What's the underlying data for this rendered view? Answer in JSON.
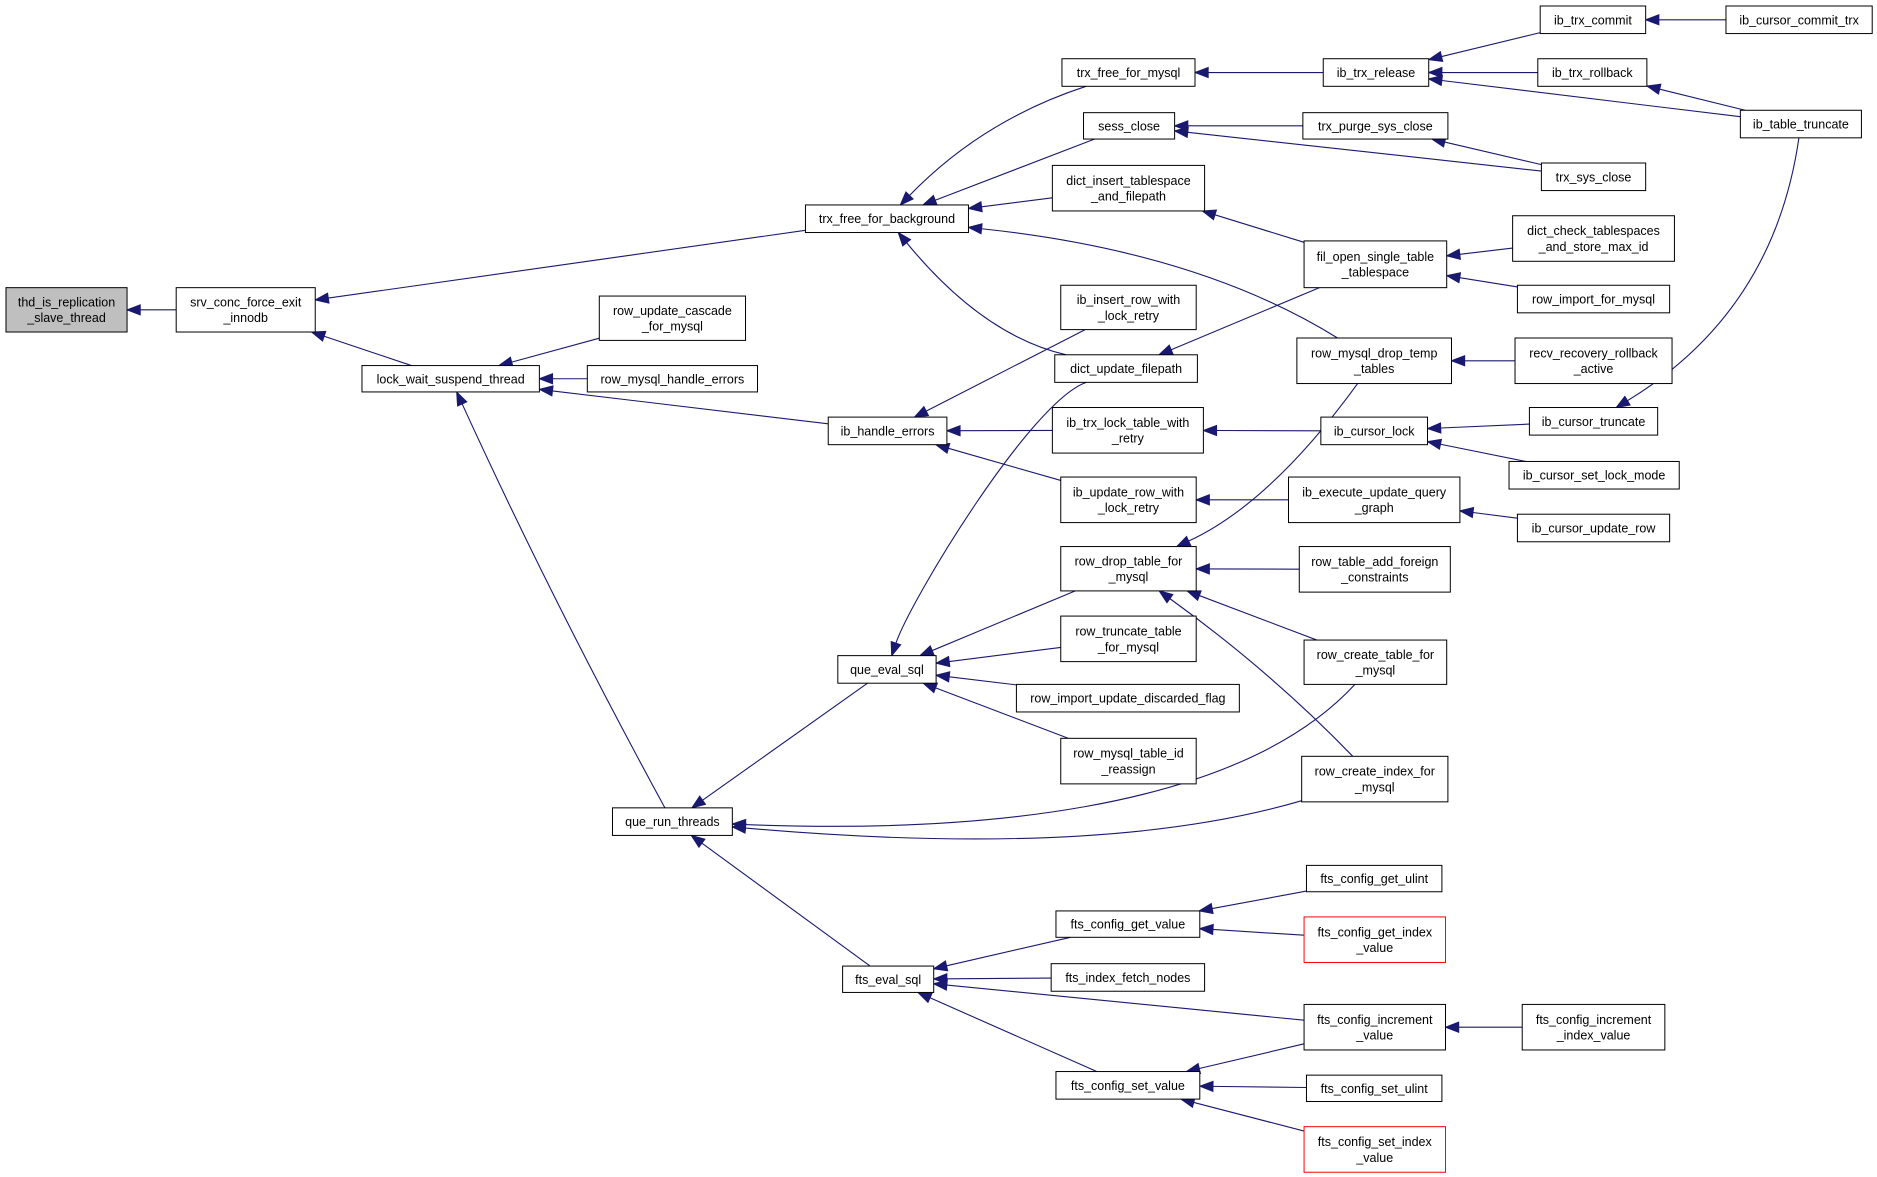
{
  "diagram": {
    "nodes": [
      {
        "id": "thd_is_replication_slave_thread",
        "lines": [
          "thd_is_replication",
          "_slave_thread"
        ],
        "style": "root"
      },
      {
        "id": "srv_conc_force_exit_innodb",
        "lines": [
          "srv_conc_force_exit",
          "_innodb"
        ]
      },
      {
        "id": "trx_free_for_background",
        "lines": [
          "trx_free_for_background"
        ]
      },
      {
        "id": "lock_wait_suspend_thread",
        "lines": [
          "lock_wait_suspend_thread"
        ]
      },
      {
        "id": "row_update_cascade_for_mysql",
        "lines": [
          "row_update_cascade",
          "_for_mysql"
        ]
      },
      {
        "id": "row_mysql_handle_errors",
        "lines": [
          "row_mysql_handle_errors"
        ]
      },
      {
        "id": "ib_handle_errors",
        "lines": [
          "ib_handle_errors"
        ]
      },
      {
        "id": "que_eval_sql",
        "lines": [
          "que_eval_sql"
        ]
      },
      {
        "id": "que_run_threads",
        "lines": [
          "que_run_threads"
        ]
      },
      {
        "id": "fts_eval_sql",
        "lines": [
          "fts_eval_sql"
        ]
      },
      {
        "id": "trx_free_for_mysql",
        "lines": [
          "trx_free_for_mysql"
        ]
      },
      {
        "id": "sess_close",
        "lines": [
          "sess_close"
        ]
      },
      {
        "id": "dict_insert_tablespace_and_filepath",
        "lines": [
          "dict_insert_tablespace",
          "_and_filepath"
        ]
      },
      {
        "id": "ib_insert_row_with_lock_retry",
        "lines": [
          "ib_insert_row_with",
          "_lock_retry"
        ]
      },
      {
        "id": "dict_update_filepath",
        "lines": [
          "dict_update_filepath"
        ]
      },
      {
        "id": "ib_trx_lock_table_with_retry",
        "lines": [
          "ib_trx_lock_table_with",
          "_retry"
        ]
      },
      {
        "id": "ib_update_row_with_lock_retry",
        "lines": [
          "ib_update_row_with",
          "_lock_retry"
        ]
      },
      {
        "id": "row_drop_table_for_mysql",
        "lines": [
          "row_drop_table_for",
          "_mysql"
        ]
      },
      {
        "id": "row_truncate_table_for_mysql",
        "lines": [
          "row_truncate_table",
          "_for_mysql"
        ]
      },
      {
        "id": "row_import_update_discarded_flag",
        "lines": [
          "row_import_update_discarded_flag"
        ]
      },
      {
        "id": "row_mysql_table_id_reassign",
        "lines": [
          "row_mysql_table_id",
          "_reassign"
        ]
      },
      {
        "id": "fts_config_get_value",
        "lines": [
          "fts_config_get_value"
        ]
      },
      {
        "id": "fts_index_fetch_nodes",
        "lines": [
          "fts_index_fetch_nodes"
        ]
      },
      {
        "id": "fts_config_set_value",
        "lines": [
          "fts_config_set_value"
        ]
      },
      {
        "id": "ib_trx_release",
        "lines": [
          "ib_trx_release"
        ]
      },
      {
        "id": "trx_purge_sys_close",
        "lines": [
          "trx_purge_sys_close"
        ]
      },
      {
        "id": "fil_open_single_table_tablespace",
        "lines": [
          "fil_open_single_table",
          "_tablespace"
        ]
      },
      {
        "id": "row_mysql_drop_temp_tables",
        "lines": [
          "row_mysql_drop_temp",
          "_tables"
        ]
      },
      {
        "id": "ib_cursor_lock",
        "lines": [
          "ib_cursor_lock"
        ]
      },
      {
        "id": "ib_execute_update_query_graph",
        "lines": [
          "ib_execute_update_query",
          "_graph"
        ]
      },
      {
        "id": "row_table_add_foreign_constraints",
        "lines": [
          "row_table_add_foreign",
          "_constraints"
        ]
      },
      {
        "id": "row_create_table_for_mysql",
        "lines": [
          "row_create_table_for",
          "_mysql"
        ]
      },
      {
        "id": "row_create_index_for_mysql",
        "lines": [
          "row_create_index_for",
          "_mysql"
        ]
      },
      {
        "id": "fts_config_get_ulint",
        "lines": [
          "fts_config_get_ulint"
        ]
      },
      {
        "id": "fts_config_get_index_value",
        "lines": [
          "fts_config_get_index",
          "_value"
        ],
        "style": "truncated"
      },
      {
        "id": "fts_config_increment_value",
        "lines": [
          "fts_config_increment",
          "_value"
        ]
      },
      {
        "id": "fts_config_set_ulint",
        "lines": [
          "fts_config_set_ulint"
        ]
      },
      {
        "id": "fts_config_set_index_value",
        "lines": [
          "fts_config_set_index",
          "_value"
        ],
        "style": "truncated"
      },
      {
        "id": "ib_trx_commit",
        "lines": [
          "ib_trx_commit"
        ]
      },
      {
        "id": "ib_trx_rollback",
        "lines": [
          "ib_trx_rollback"
        ]
      },
      {
        "id": "trx_sys_close",
        "lines": [
          "trx_sys_close"
        ]
      },
      {
        "id": "dict_check_tablespaces_and_store_max_id",
        "lines": [
          "dict_check_tablespaces",
          "_and_store_max_id"
        ]
      },
      {
        "id": "row_import_for_mysql",
        "lines": [
          "row_import_for_mysql"
        ]
      },
      {
        "id": "recv_recovery_rollback_active",
        "lines": [
          "recv_recovery_rollback",
          "_active"
        ]
      },
      {
        "id": "ib_cursor_truncate",
        "lines": [
          "ib_cursor_truncate"
        ]
      },
      {
        "id": "ib_cursor_set_lock_mode",
        "lines": [
          "ib_cursor_set_lock_mode"
        ]
      },
      {
        "id": "ib_cursor_update_row",
        "lines": [
          "ib_cursor_update_row"
        ]
      },
      {
        "id": "fts_config_increment_index_value",
        "lines": [
          "fts_config_increment",
          "_index_value"
        ]
      },
      {
        "id": "ib_cursor_commit_trx",
        "lines": [
          "ib_cursor_commit_trx"
        ]
      },
      {
        "id": "ib_table_truncate",
        "lines": [
          "ib_table_truncate"
        ]
      }
    ],
    "edges": [
      {
        "from": "srv_conc_force_exit_innodb",
        "to": "thd_is_replication_slave_thread"
      },
      {
        "from": "trx_free_for_background",
        "to": "srv_conc_force_exit_innodb"
      },
      {
        "from": "lock_wait_suspend_thread",
        "to": "srv_conc_force_exit_innodb"
      },
      {
        "from": "row_update_cascade_for_mysql",
        "to": "lock_wait_suspend_thread"
      },
      {
        "from": "row_mysql_handle_errors",
        "to": "lock_wait_suspend_thread"
      },
      {
        "from": "ib_handle_errors",
        "to": "lock_wait_suspend_thread"
      },
      {
        "from": "que_run_threads",
        "to": "lock_wait_suspend_thread"
      },
      {
        "from": "trx_free_for_mysql",
        "to": "trx_free_for_background"
      },
      {
        "from": "sess_close",
        "to": "trx_free_for_background"
      },
      {
        "from": "dict_insert_tablespace_and_filepath",
        "to": "trx_free_for_background"
      },
      {
        "from": "dict_update_filepath",
        "to": "trx_free_for_background"
      },
      {
        "from": "row_mysql_drop_temp_tables",
        "to": "trx_free_for_background"
      },
      {
        "from": "ib_insert_row_with_lock_retry",
        "to": "ib_handle_errors"
      },
      {
        "from": "ib_trx_lock_table_with_retry",
        "to": "ib_handle_errors"
      },
      {
        "from": "ib_update_row_with_lock_retry",
        "to": "ib_handle_errors"
      },
      {
        "from": "dict_update_filepath",
        "to": "que_eval_sql"
      },
      {
        "from": "row_drop_table_for_mysql",
        "to": "que_eval_sql"
      },
      {
        "from": "row_truncate_table_for_mysql",
        "to": "que_eval_sql"
      },
      {
        "from": "row_import_update_discarded_flag",
        "to": "que_eval_sql"
      },
      {
        "from": "row_mysql_table_id_reassign",
        "to": "que_eval_sql"
      },
      {
        "from": "que_eval_sql",
        "to": "que_run_threads"
      },
      {
        "from": "row_create_table_for_mysql",
        "to": "que_run_threads"
      },
      {
        "from": "row_create_index_for_mysql",
        "to": "que_run_threads"
      },
      {
        "from": "fts_eval_sql",
        "to": "que_run_threads"
      },
      {
        "from": "fts_config_get_value",
        "to": "fts_eval_sql"
      },
      {
        "from": "fts_index_fetch_nodes",
        "to": "fts_eval_sql"
      },
      {
        "from": "fts_config_increment_value",
        "to": "fts_eval_sql"
      },
      {
        "from": "fts_config_set_value",
        "to": "fts_eval_sql"
      },
      {
        "from": "ib_trx_release",
        "to": "trx_free_for_mysql"
      },
      {
        "from": "trx_purge_sys_close",
        "to": "sess_close"
      },
      {
        "from": "trx_sys_close",
        "to": "sess_close"
      },
      {
        "from": "fil_open_single_table_tablespace",
        "to": "dict_insert_tablespace_and_filepath"
      },
      {
        "from": "fil_open_single_table_tablespace",
        "to": "dict_update_filepath"
      },
      {
        "from": "ib_cursor_lock",
        "to": "ib_trx_lock_table_with_retry"
      },
      {
        "from": "ib_execute_update_query_graph",
        "to": "ib_update_row_with_lock_retry"
      },
      {
        "from": "row_mysql_drop_temp_tables",
        "to": "row_drop_table_for_mysql"
      },
      {
        "from": "row_table_add_foreign_constraints",
        "to": "row_drop_table_for_mysql"
      },
      {
        "from": "row_create_table_for_mysql",
        "to": "row_drop_table_for_mysql"
      },
      {
        "from": "row_create_index_for_mysql",
        "to": "row_drop_table_for_mysql"
      },
      {
        "from": "fts_config_get_ulint",
        "to": "fts_config_get_value"
      },
      {
        "from": "fts_config_get_index_value",
        "to": "fts_config_get_value"
      },
      {
        "from": "fts_config_increment_value",
        "to": "fts_config_set_value"
      },
      {
        "from": "fts_config_set_ulint",
        "to": "fts_config_set_value"
      },
      {
        "from": "fts_config_set_index_value",
        "to": "fts_config_set_value"
      },
      {
        "from": "ib_trx_commit",
        "to": "ib_trx_release"
      },
      {
        "from": "ib_trx_rollback",
        "to": "ib_trx_release"
      },
      {
        "from": "ib_table_truncate",
        "to": "ib_trx_release"
      },
      {
        "from": "trx_sys_close",
        "to": "trx_purge_sys_close"
      },
      {
        "from": "dict_check_tablespaces_and_store_max_id",
        "to": "fil_open_single_table_tablespace"
      },
      {
        "from": "row_import_for_mysql",
        "to": "fil_open_single_table_tablespace"
      },
      {
        "from": "recv_recovery_rollback_active",
        "to": "row_mysql_drop_temp_tables"
      },
      {
        "from": "ib_cursor_truncate",
        "to": "ib_cursor_lock"
      },
      {
        "from": "ib_cursor_set_lock_mode",
        "to": "ib_cursor_lock"
      },
      {
        "from": "ib_cursor_update_row",
        "to": "ib_execute_update_query_graph"
      },
      {
        "from": "fts_config_increment_index_value",
        "to": "fts_config_increment_value"
      },
      {
        "from": "ib_cursor_commit_trx",
        "to": "ib_trx_commit"
      },
      {
        "from": "ib_table_truncate",
        "to": "ib_trx_rollback"
      },
      {
        "from": "ib_table_truncate",
        "to": "ib_cursor_truncate"
      }
    ]
  }
}
